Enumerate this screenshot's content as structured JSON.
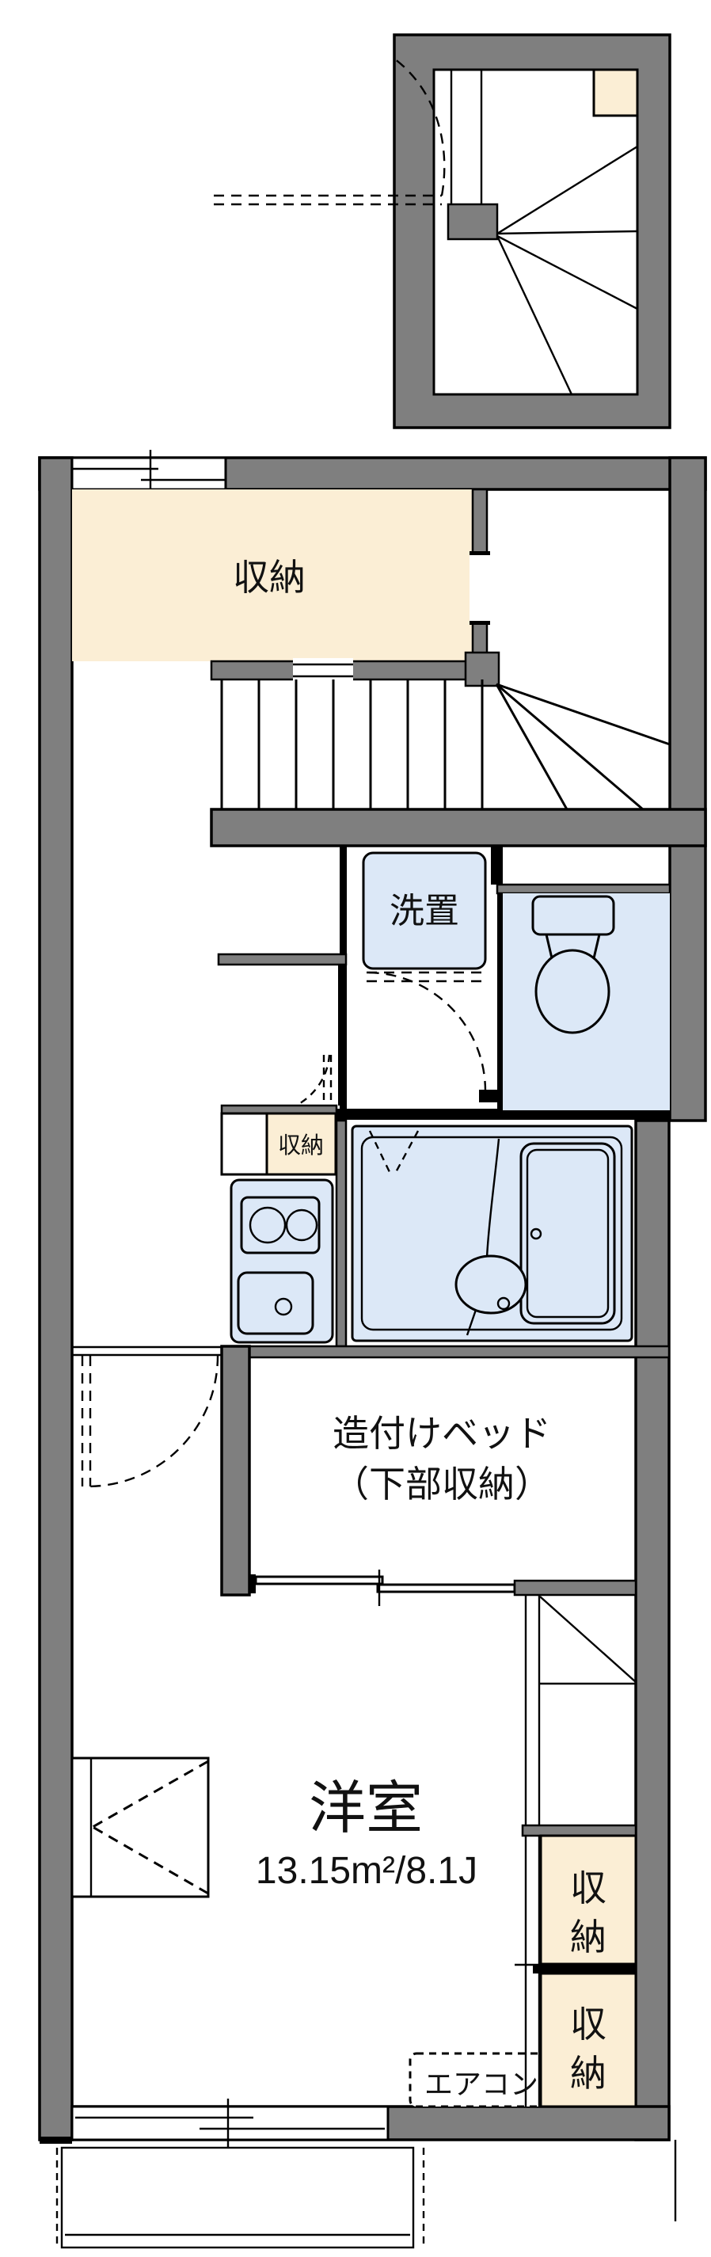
{
  "title": "apartment-floor-plan",
  "colors": {
    "wall_gray": "#7f7f7f",
    "outline_black": "#000000",
    "storage_cream": "#fbeed5",
    "water_blue": "#dce8f7",
    "background": "#ffffff"
  },
  "labels": {
    "storage_main": "収納",
    "washer_space": "洗置",
    "storage_kitchen": "収納",
    "bed_line1": "造付けベッド",
    "bed_line2": "（下部収納）",
    "room_name": "洋室",
    "room_area": "13.15m²/8.1J",
    "closet_upper_char1": "収",
    "closet_upper_char2": "納",
    "closet_lower_char1": "収",
    "closet_lower_char2": "納",
    "aircon": "エアコン"
  }
}
